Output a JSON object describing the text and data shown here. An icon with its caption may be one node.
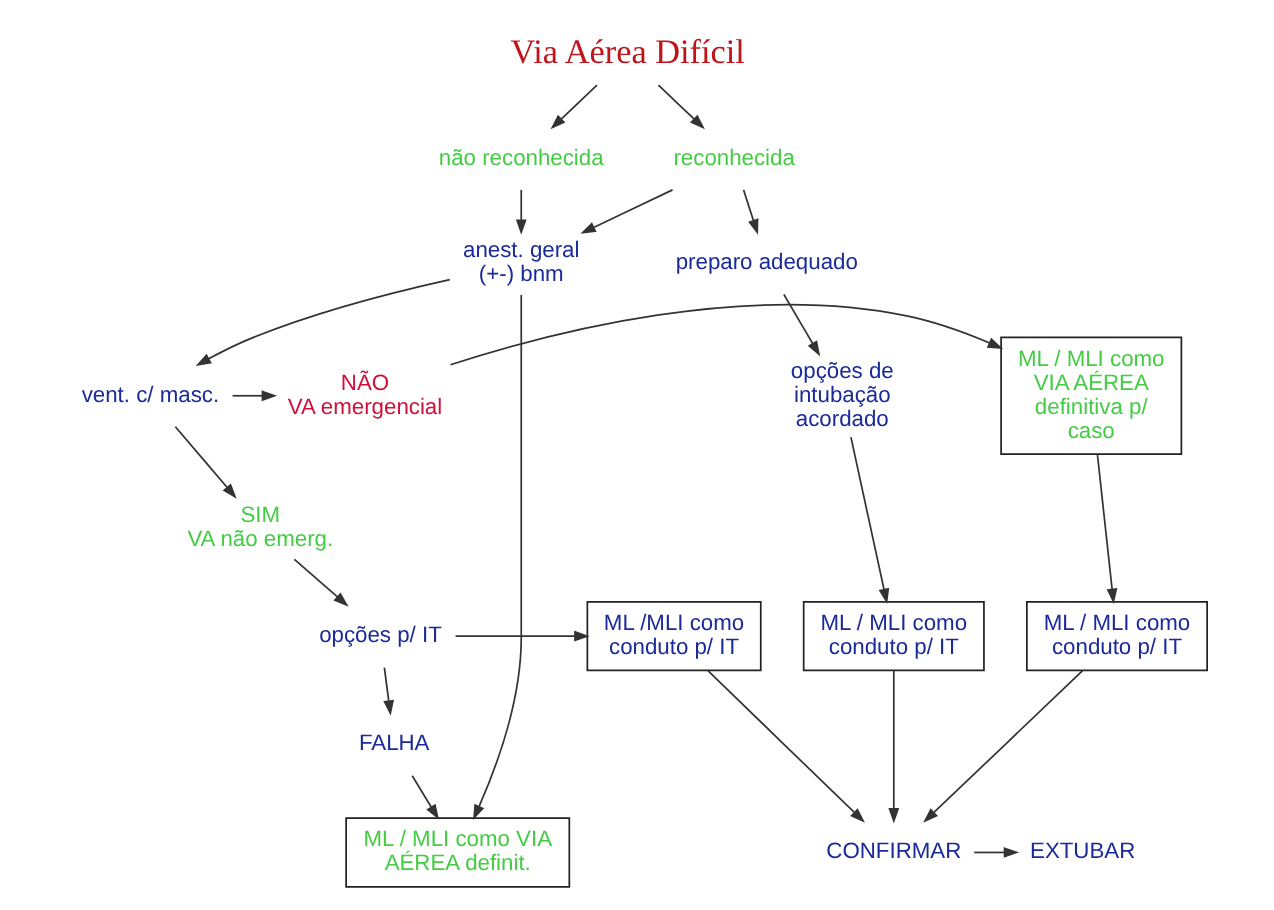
{
  "diagram": {
    "nodes": [
      {
        "text": [
          "Via Aérea Difícil"
        ]
      },
      {
        "text": [
          "reconhecida"
        ]
      },
      {
        "text": [
          "não reconhecida"
        ]
      },
      {
        "text": [
          "preparo adequado"
        ]
      },
      {
        "text": [
          "anest. geral (+-) bnm"
        ]
      },
      {
        "text": [
          "opções de intubação acordado"
        ]
      },
      {
        "text": [
          "vent. c/ masc."
        ]
      },
      {
        "text": [
          "NÃO",
          "VA emergencial"
        ]
      },
      {
        "text": [
          "ML / MLI como VIA AÉREA definitiva p/ caso"
        ]
      },
      {
        "text": [
          "SIM",
          "VA não emerg."
        ]
      },
      {
        "text": [
          "ML / MLI como conduto p/ IT"
        ]
      },
      {
        "text": [
          "opções p/ IT"
        ]
      },
      {
        "text": [
          "ML /MLI como conduto p/ IT"
        ]
      },
      {
        "text": [
          "ML / MLI como conduto p/ IT"
        ]
      },
      {
        "text": [
          "FALHA"
        ]
      },
      {
        "text": [
          "ML / MLI como VIA AÉREA definit."
        ]
      },
      {
        "text": [
          "CONFIRMAR"
        ]
      },
      {
        "text": [
          "EXTUBAR"
        ]
      }
    ],
    "edges": [
      {
        "from": 0,
        "to": 1,
        "arrow": "to"
      },
      {
        "from": 0,
        "to": 2,
        "arrow": "to"
      },
      {
        "from": 1,
        "to": 3,
        "arrow": "to"
      },
      {
        "from": 1,
        "to": 4,
        "arrow": "to"
      },
      {
        "from": 2,
        "to": 4,
        "arrow": "to"
      },
      {
        "from": 3,
        "to": 5,
        "arrow": "to"
      },
      {
        "from": 4,
        "to": 6,
        "arrow": "to"
      },
      {
        "from": 4,
        "to": 15,
        "arrow": "to"
      },
      {
        "from": 5,
        "to": 10,
        "arrow": "to"
      },
      {
        "from": 6,
        "to": 7,
        "arrow": "to"
      },
      {
        "from": 6,
        "to": 9,
        "arrow": "to"
      },
      {
        "from": 7,
        "to": 8,
        "arrow": "to"
      },
      {
        "from": 8,
        "to": 13,
        "arrow": "to"
      },
      {
        "from": 9,
        "to": 11,
        "arrow": "to"
      },
      {
        "from": 11,
        "to": 12,
        "arrow": "to"
      },
      {
        "from": 11,
        "to": 14,
        "arrow": "to"
      },
      {
        "from": 14,
        "to": 15,
        "arrow": "to"
      },
      {
        "from": 10,
        "to": 16,
        "arrow": "to"
      },
      {
        "from": 12,
        "to": 16,
        "arrow": "to"
      },
      {
        "from": 13,
        "to": 16,
        "arrow": "to"
      },
      {
        "from": 16,
        "to": 17,
        "arrow": "to"
      }
    ]
  }
}
